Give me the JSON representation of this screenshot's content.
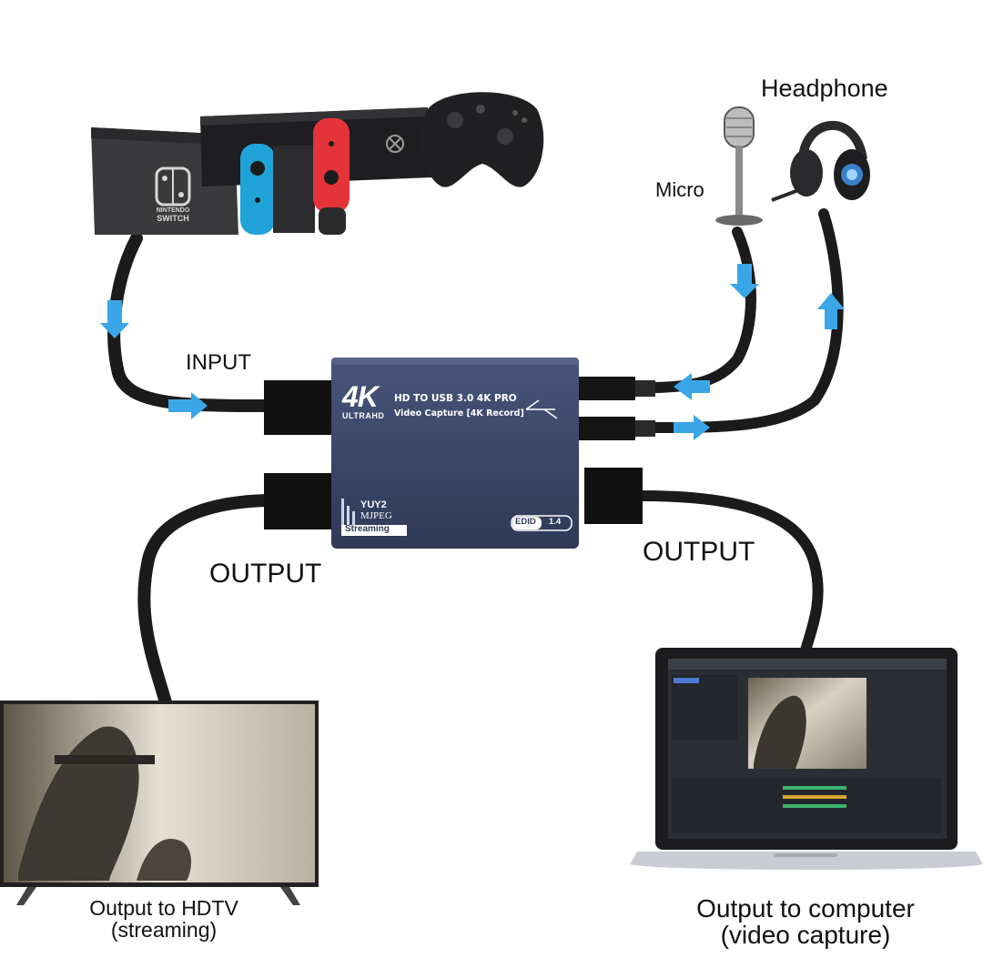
{
  "labels": {
    "headphone": "Headphone",
    "micro": "Micro",
    "input": "INPUT",
    "output_left": "OUTPUT",
    "output_right": "OUTPUT",
    "hdtv_line1": "Output to HDTV",
    "hdtv_line2": "(streaming)",
    "computer_line1": "Output to computer",
    "computer_line2": "(video capture)"
  },
  "device": {
    "badge": "4K",
    "badge_sub": "ULTRAHD",
    "title_line1": "HD TO USB 3.0 4K PRO",
    "title_line2": "Video Capture [4K Record]",
    "format1": "YUY2",
    "format2": "MJPEG",
    "streaming": "Streaming",
    "edid_label": "EDID",
    "edid_value": "1.4"
  },
  "console": {
    "brand_line1": "NINTENDO",
    "brand_line2": "SWITCH"
  },
  "colors": {
    "device_body": "#3b4766",
    "cable": "#1b1b1b",
    "flow_arrow": "#3aa6e8",
    "joycon_blue": "#1fa3d8",
    "joycon_red": "#e5333a",
    "text": "#111111"
  }
}
